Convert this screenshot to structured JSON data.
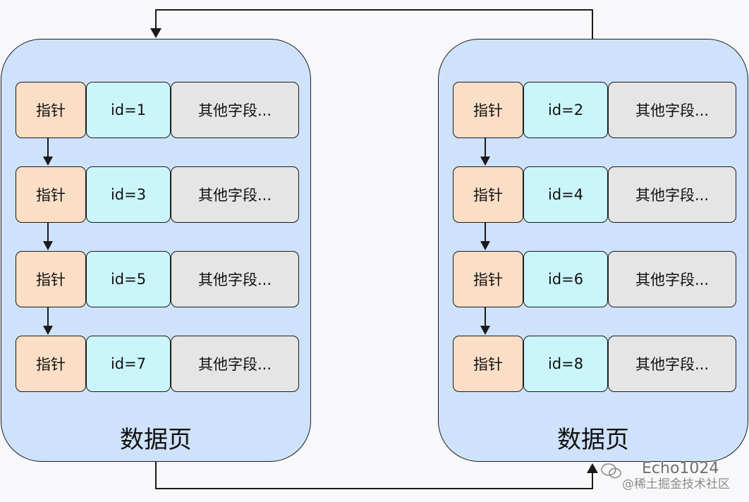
{
  "pages": [
    {
      "label": "数据页",
      "rows": [
        {
          "pointer": "指针",
          "id": "id=1",
          "other": "其他字段..."
        },
        {
          "pointer": "指针",
          "id": "id=3",
          "other": "其他字段..."
        },
        {
          "pointer": "指针",
          "id": "id=5",
          "other": "其他字段..."
        },
        {
          "pointer": "指针",
          "id": "id=7",
          "other": "其他字段..."
        }
      ]
    },
    {
      "label": "数据页",
      "rows": [
        {
          "pointer": "指针",
          "id": "id=2",
          "other": "其他字段..."
        },
        {
          "pointer": "指针",
          "id": "id=4",
          "other": "其他字段..."
        },
        {
          "pointer": "指针",
          "id": "id=6",
          "other": "其他字段..."
        },
        {
          "pointer": "指针",
          "id": "id=8",
          "other": "其他字段..."
        }
      ]
    }
  ],
  "watermark": {
    "handle": "Echo1024",
    "site": "@稀土掘金技术社区"
  },
  "colors": {
    "page_fill": "#cfe2fb",
    "pointer_fill": "#fbdec6",
    "id_fill": "#caf6fb",
    "other_fill": "#e5e5e5",
    "stroke": "#1a1a1a"
  }
}
